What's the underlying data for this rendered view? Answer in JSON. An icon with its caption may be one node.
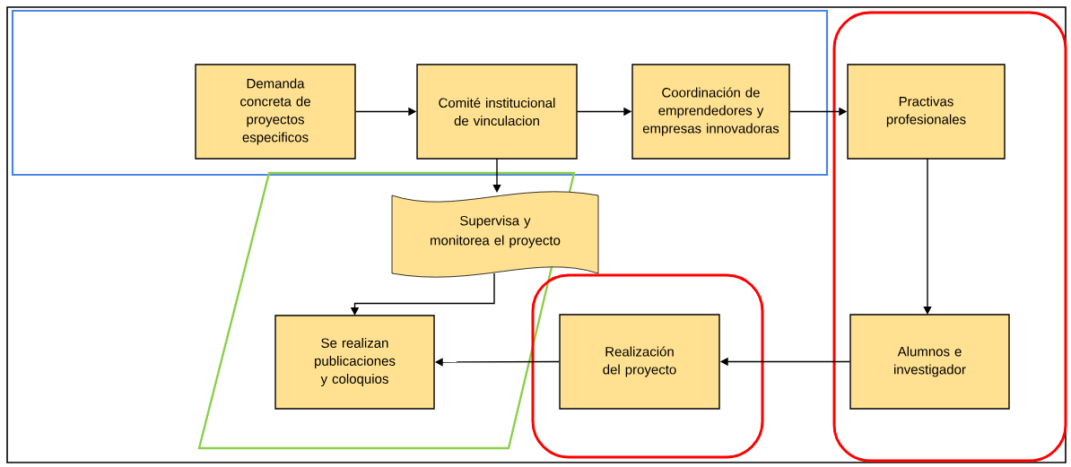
{
  "diagram": {
    "nodes": [
      {
        "text": [],
        "shape": "box"
      },
      {
        "text": [
          "Demanda concreta de proyectos especificos"
        ],
        "in": 0
      },
      {
        "text": [
          "Comité institucional de vinculacion"
        ],
        "in": 0
      },
      {
        "text": [
          "Coordinación de emprendedores y empresas innovadoras"
        ],
        "in": 0
      },
      {
        "text": [],
        "shape": "box"
      },
      {
        "text": [
          "Practivas profesionales"
        ],
        "in": 4
      },
      {
        "text": [
          "Alumnos e investigador"
        ],
        "in": 4
      },
      {
        "text": [],
        "shape": "parallelogram"
      },
      {
        "text": [
          "Supervisa y monitorea el proyecto"
        ],
        "in": 7
      },
      {
        "text": [
          "Se realizan publicaciones y coloquios"
        ],
        "in": 7
      },
      {
        "text": [],
        "shape": "box"
      },
      {
        "text": [
          "Realización del proyecto"
        ],
        "in": 10
      }
    ],
    "edges": [
      {
        "from": 1,
        "to": 2,
        "arrow": "to"
      },
      {
        "from": 2,
        "to": 3,
        "arrow": "to"
      },
      {
        "from": 3,
        "to": 5,
        "arrow": "to"
      },
      {
        "from": 2,
        "to": 8,
        "arrow": "to"
      },
      {
        "from": 8,
        "to": 9,
        "arrow": "to"
      },
      {
        "from": 5,
        "to": 6,
        "arrow": "to"
      },
      {
        "from": 6,
        "to": 11,
        "arrow": "to"
      },
      {
        "from": 11,
        "to": 9,
        "arrow": "to"
      }
    ]
  }
}
